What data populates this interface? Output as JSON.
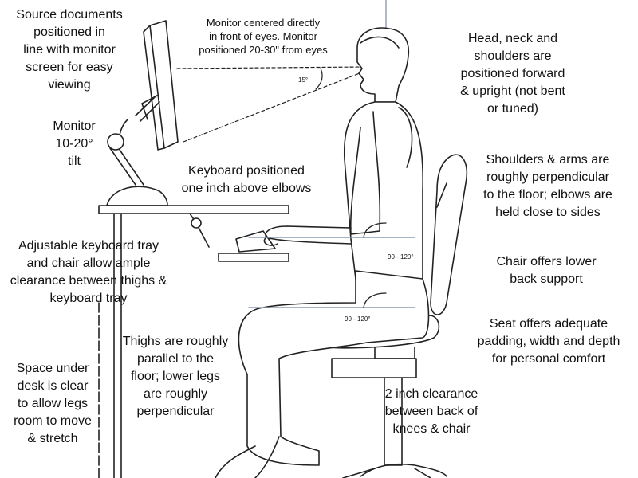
{
  "labels": {
    "source_documents": "Source documents\npositioned in\nline with monitor\nscreen for easy\nviewing",
    "monitor_centered": "Monitor centered directly\nin front of eyes. Monitor\npositioned 20-30\" from eyes",
    "head_neck": "Head, neck and\nshoulders are\npositioned forward\n& upright (not bent\nor tuned)",
    "monitor_tilt": "Monitor\n10-20°\ntilt",
    "keyboard_position": "Keyboard positioned\none inch above elbows",
    "shoulders_arms": "Shoulders & arms are\nroughly perpendicular\nto the floor; elbows are\nheld close to sides",
    "keyboard_tray": "Adjustable keyboard tray\nand chair allow ample\nclearance between thighs &\nkeyboard tray",
    "chair_support": "Chair offers lower\nback support",
    "seat_padding": "Seat offers adequate\npadding, width and depth\nfor personal comfort",
    "thighs": "Thighs are roughly\nparallel to the\nfloor; lower legs\nare roughly\nperpendicular",
    "space_under_desk": "Space under\ndesk is clear\nto allow legs\nroom to move\n& stretch",
    "knee_clearance": "2 inch clearance\nbetween back of\nknees & chair"
  },
  "angles": {
    "eye_angle": "15°",
    "elbow_angle": "90 - 120°",
    "hip_angle": "90 - 120°"
  }
}
